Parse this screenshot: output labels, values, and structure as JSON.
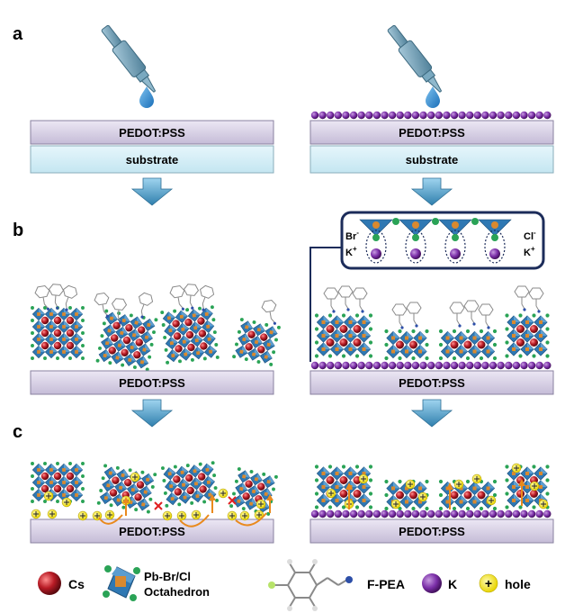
{
  "panels": {
    "a": "a",
    "b": "b",
    "c": "c"
  },
  "layers": {
    "pedot": "PEDOT:PSS",
    "substrate": "substrate"
  },
  "inset": {
    "br": "Br",
    "br_sup": "-",
    "cl": "Cl",
    "cl_sup": "-",
    "k": "K",
    "k_sup": "+"
  },
  "legend": {
    "cs": "Cs",
    "octahedron_line1": "Pb-Br/Cl",
    "octahedron_line2": "Octahedron",
    "fpea": "F-PEA",
    "k": "K",
    "hole": "hole",
    "hole_symbol": "+"
  },
  "colors": {
    "pedot_fill": "#d9d2e6",
    "substrate_fill": "#d6eef6",
    "cs_red": "#b01a22",
    "octa_blue": "#2f78b3",
    "octa_center": "#e08a3c",
    "halide_green": "#2aa356",
    "k_purple": "#7b2fa8",
    "hole_yellow": "#f3e600",
    "arrow_blue": "#4b9cc9",
    "pipette": "#5d8fa9"
  }
}
